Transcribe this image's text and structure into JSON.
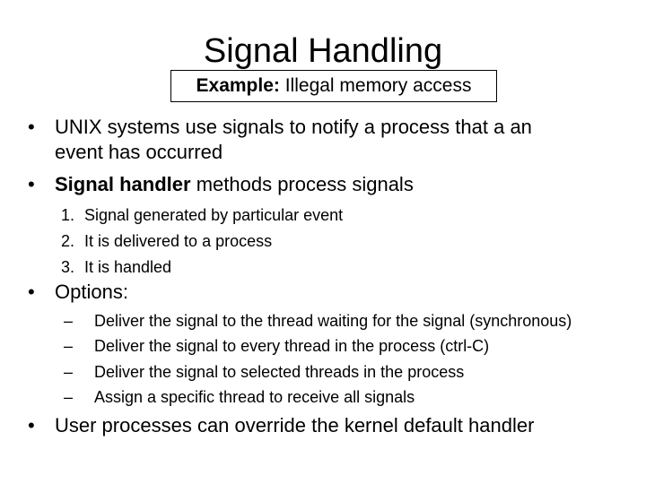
{
  "slide": {
    "title": "Signal Handling",
    "example": {
      "label": "Example:",
      "text": " Illegal memory access"
    },
    "bullet_marker": "•",
    "bullets": [
      {
        "line1": "UNIX systems use signals to notify a process that a an",
        "line2": "event has occurred"
      },
      {
        "bold": "Signal handler",
        "rest": " methods process signals"
      },
      {
        "text": "Options:"
      },
      {
        "text": "User processes can override the kernel default handler"
      }
    ],
    "numbered": [
      {
        "num": "1.",
        "text": "Signal generated by particular event"
      },
      {
        "num": "2.",
        "text": "It is delivered to a process"
      },
      {
        "num": "3.",
        "text": "It is handled"
      }
    ],
    "dash_marker": "–",
    "options": [
      "Deliver the signal to the thread waiting for the signal (synchronous)",
      "Deliver the signal to every thread in the process (ctrl-C)",
      "Deliver the signal to selected threads in the process",
      "Assign a specific thread to receive all signals"
    ]
  }
}
